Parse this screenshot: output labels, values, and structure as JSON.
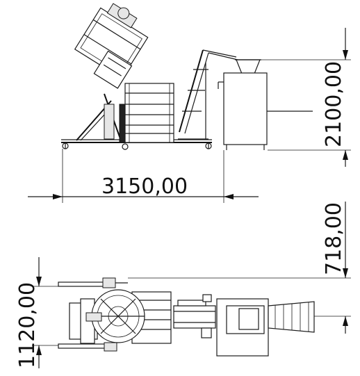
{
  "dimensions": {
    "overall_length": "3150,00",
    "overall_height": "2100,00",
    "top_offset": "718,00",
    "top_width": "1120,00"
  }
}
